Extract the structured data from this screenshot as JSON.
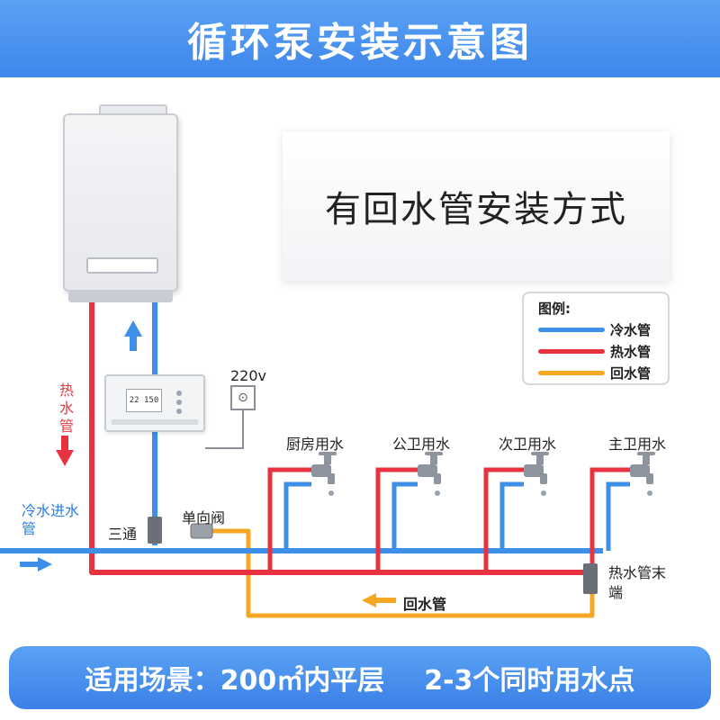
{
  "header": {
    "title": "循环泵安装示意图"
  },
  "card": {
    "text": "有回水管安装方式"
  },
  "legend": {
    "title": "图例:",
    "items": [
      {
        "label": "冷水管",
        "color": "#3d8fe8"
      },
      {
        "label": "热水管",
        "color": "#e8323f"
      },
      {
        "label": "回水管",
        "color": "#f5a623"
      }
    ]
  },
  "labels": {
    "power": "220v",
    "hot_pipe": "热水管",
    "cold_inlet": "冷水进水管",
    "tee": "三通",
    "check_valve": "单向阀",
    "return_pipe": "回水管",
    "hot_end": "热水管末端"
  },
  "fixtures": [
    "厨房用水",
    "公卫用水",
    "次卫用水",
    "主卫用水"
  ],
  "controller": {
    "display": "22 150"
  },
  "footer": {
    "scene": "适用场景：200㎡内平层",
    "points": "2-3个同时用水点"
  }
}
